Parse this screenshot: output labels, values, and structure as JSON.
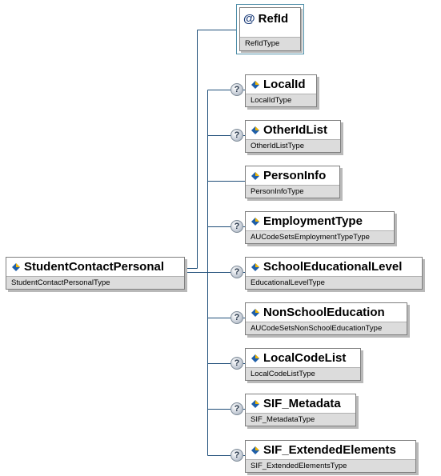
{
  "root": {
    "name": "StudentContactPersonal",
    "type": "StudentContactPersonalType"
  },
  "attribute": {
    "symbol": "@",
    "name": "RefId",
    "type": "RefIdType"
  },
  "children": [
    {
      "name": "LocalId",
      "type": "LocalIdType",
      "optional": true
    },
    {
      "name": "OtherIdList",
      "type": "OtherIdListType",
      "optional": true
    },
    {
      "name": "PersonInfo",
      "type": "PersonInfoType",
      "optional": false
    },
    {
      "name": "EmploymentType",
      "type": "AUCodeSetsEmploymentTypeType",
      "optional": true
    },
    {
      "name": "SchoolEducationalLevel",
      "type": "EducationalLevelType",
      "optional": true
    },
    {
      "name": "NonSchoolEducation",
      "type": "AUCodeSetsNonSchoolEducationType",
      "optional": true
    },
    {
      "name": "LocalCodeList",
      "type": "LocalCodeListType",
      "optional": true
    },
    {
      "name": "SIF_Metadata",
      "type": "SIF_MetadataType",
      "optional": true
    },
    {
      "name": "SIF_ExtendedElements",
      "type": "SIF_ExtendedElementsType",
      "optional": true
    }
  ],
  "optional_symbol": "?",
  "colors": {
    "connector": "#1f4e79",
    "type_bar": "#dcdcdc",
    "attr_border": "#4f8ea8"
  }
}
